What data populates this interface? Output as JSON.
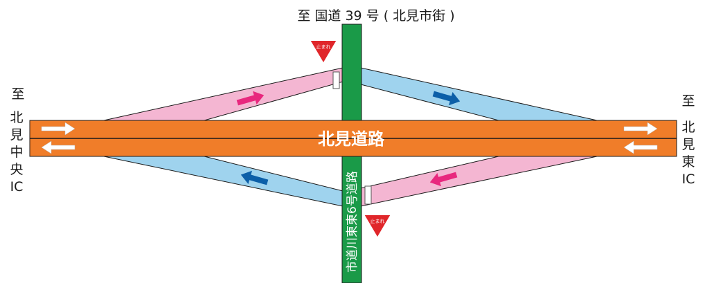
{
  "labels": {
    "top_destination": "至 国道 39 号 ( 北見市街 )",
    "left_to": "至",
    "left_dest_chars": [
      "北",
      "見",
      "中",
      "央",
      "IC"
    ],
    "right_to": "至",
    "right_dest_chars": [
      "北",
      "見",
      "東",
      "IC"
    ],
    "highway_name": "北見道路",
    "vertical_road_name": "市道川東東6号道路",
    "stop_sign_text": "止まれ"
  },
  "colors": {
    "highway": "#f07d29",
    "vertical_road": "#1a9a48",
    "ramp_pink": "#f4b6d2",
    "ramp_blue": "#9fd3ee",
    "arrow_magenta": "#e8287e",
    "arrow_blue": "#0c5fa8",
    "stop_sign": "#e0262a"
  },
  "icons": {
    "stop_sign": "stop-sign-icon",
    "direction_arrow": "arrow-icon"
  }
}
